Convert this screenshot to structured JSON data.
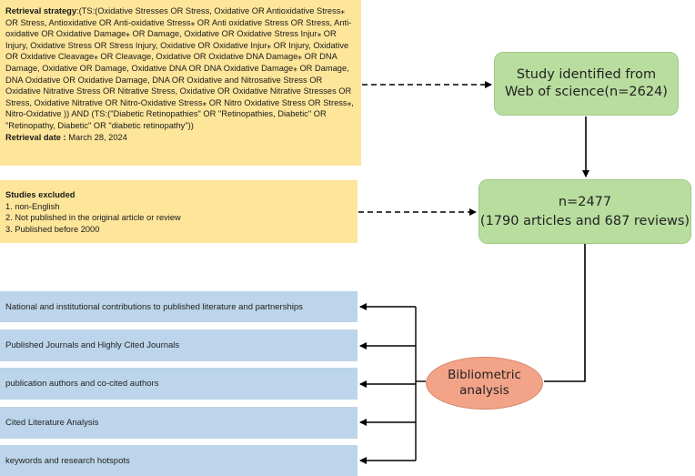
{
  "strategy": {
    "label": "Retrieval strategy",
    "query": ":(TS:(Oxidative Stresses OR Stress, Oxidative OR Antioxidative Stress⁎ OR Stress, Antioxidative OR Anti-oxidative Stress⁎ OR Anti oxidative Stress OR Stress, Anti-oxidative OR Oxidative Damage⁎ OR Damage, Oxidative OR Oxidative Stress Injur⁎ OR Injury, Oxidative Stress OR Stress Injury, Oxidative OR Oxidative Injur⁎ OR Injury, Oxidative OR Oxidative Cleavage⁎ OR Cleavage, Oxidative OR Oxidative DNA Damage⁎ OR DNA Damage, Oxidative OR Damage, Oxidative DNA OR DNA Oxidative Damage⁎ OR Damage, DNA Oxidative OR Oxidative Damage, DNA OR Oxidative and Nitrosative Stress OR Oxidative Nitrative Stress OR Nitrative Stress, Oxidative OR Oxidative Nitrative Stresses OR Stress, Oxidative Nitrative OR Nitro-Oxidative Stress⁎ OR Nitro Oxidative Stress OR Stress⁎, Nitro-Oxidative )) AND (TS:(\"Diabetic Retinopathies\" OR \"Retinopathies, Diabetic\" OR \"Retinopathy, Diabetic\" OR \"diabetic retinopathy\"))",
    "date_label": "Retrieval date :",
    "date_value": " March 28, 2024"
  },
  "excluded": {
    "title": "Studies excluded",
    "items": [
      "1. non-English",
      "2. Not published in the original article or review",
      "3. Published before 2000"
    ]
  },
  "wos_box": {
    "line1": "Study identified from",
    "line2": "Web of science(n=2624)"
  },
  "n_box": {
    "line1": "n=2477",
    "line2": "(1790 articles and 687 reviews)"
  },
  "analysis": {
    "line1": "Bibliometric",
    "line2": "analysis"
  },
  "outputs": [
    "National and institutional contributions to published literature and partnerships",
    "Published Journals and Highly Cited Journals",
    "publication authors and co-cited authors",
    "Cited Literature Analysis",
    "keywords and research hotspots"
  ]
}
